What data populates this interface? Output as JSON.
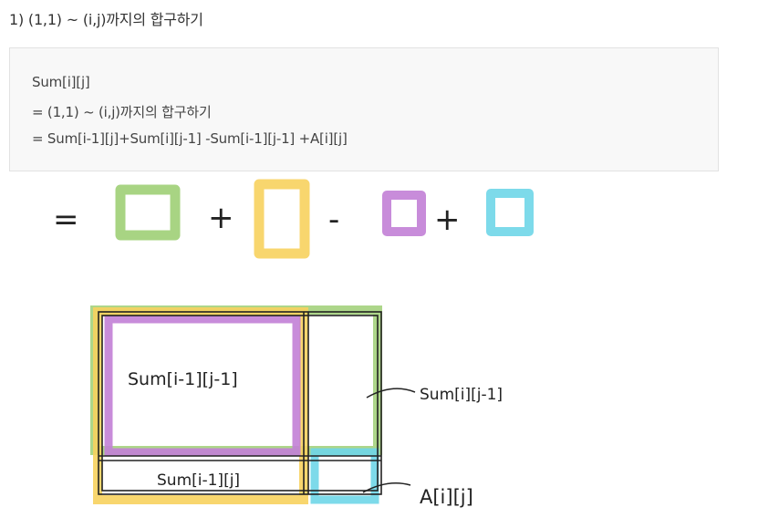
{
  "heading": "1) (1,1) ~ (i,j)까지의 합구하기",
  "code": {
    "line1": "Sum[i][j]",
    "line2": "= (1,1) ~ (i,j)까지의 합구하기",
    "line3": "= Sum[i-1][j]+Sum[i][j-1] -Sum[i-1][j-1] +A[i][j]"
  },
  "drawing": {
    "equation": {
      "eq": "=",
      "plus1": "+",
      "minus": "-",
      "plus2": "+"
    },
    "labels": {
      "inner": "Sum[i-1][j-1]",
      "right": "Sum[i][j-1]",
      "bottom": "Sum[i-1][j]",
      "cell": "A[i][j]"
    },
    "colors": {
      "green": "#9fcf76",
      "yellow": "#f7d25e",
      "purple": "#c27fd6",
      "cyan": "#6fd6e8",
      "ink": "#222222"
    }
  }
}
